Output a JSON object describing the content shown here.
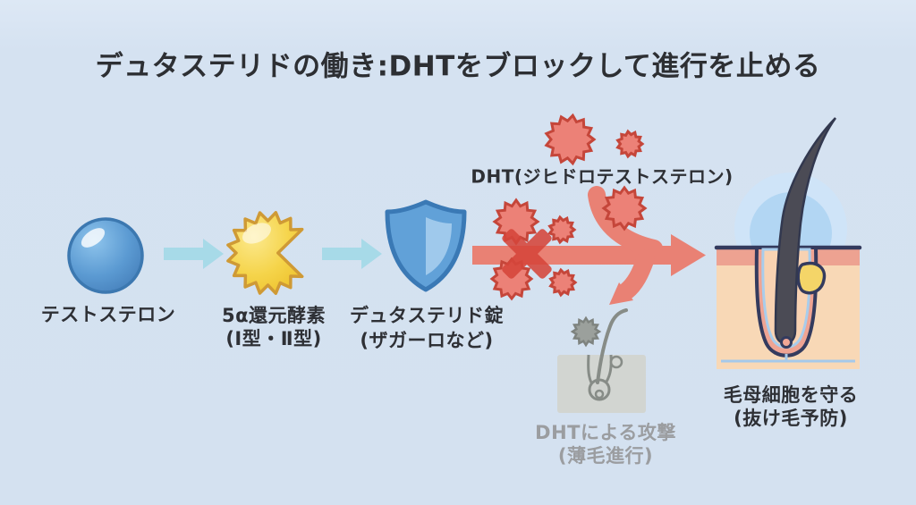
{
  "title": "デュタステリドの働き:DHTをブロックして進行を止める",
  "labels": {
    "testosterone": "テストステロン",
    "enzyme_line1": "5α還元酵素",
    "enzyme_line2": "(Ⅰ型・Ⅱ型)",
    "dutasteride_line1": "デュタステリド錠",
    "dutasteride_line2": "(ザガーロなど)",
    "dht": "DHT(ジヒドロテストステロン)",
    "attack_line1": "DHTによる攻撃",
    "attack_line2": "(薄毛進行)",
    "protect_line1": "毛母細胞を守る",
    "protect_line2": "(抜け毛予防)"
  },
  "icons": {
    "testosterone": "testosterone-sphere-icon",
    "enzyme": "enzyme-pacman-icon",
    "shield": "dutasteride-shield-icon",
    "block": "block-x-icon",
    "dht": "dht-molecule-icon",
    "damaged": "damaged-follicle-icon",
    "healthy": "healthy-follicle-icon"
  },
  "colors": {
    "background": "#d4e1f0",
    "title_text": "#2d2f33",
    "label_text": "#2e3035",
    "muted_text": "#9b9da0",
    "flow_arrow_blue": "#a7dae8",
    "testosterone_blue": "#4e8ec9",
    "enzyme_yellow": "#f3cf3f",
    "shield_blue": "#61a1d8",
    "dht_red": "#ec8177",
    "attack_arrow_red": "#e98174",
    "block_x_red": "#d6453a",
    "damaged_gray": "#9ba09c",
    "skin_peach": "#f8d8b6",
    "skin_salmon": "#eda291",
    "hair_dark": "#4b4b55",
    "glow_blue": "#b2d6f3",
    "gland_yellow": "#f4d568"
  }
}
